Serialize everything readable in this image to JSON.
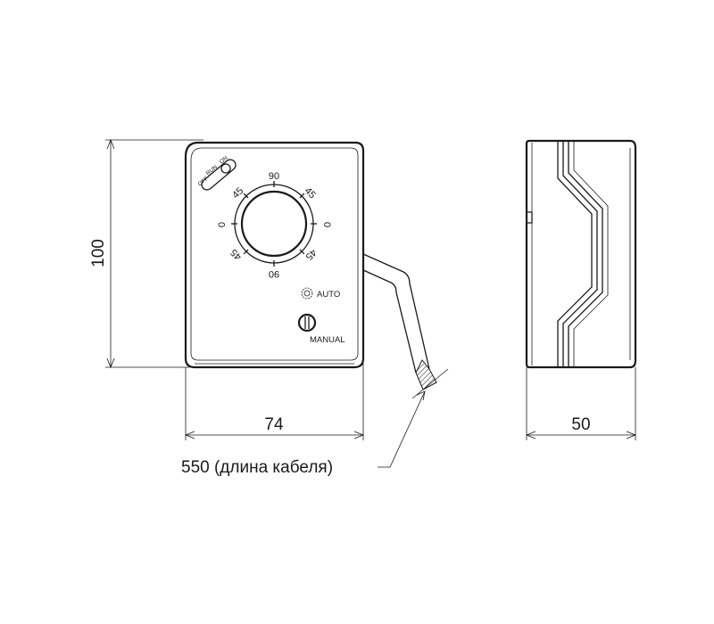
{
  "dimensions": {
    "height_label": "100",
    "width_label": "74",
    "depth_label": "50",
    "cable_label": "550 (длина кабеля)"
  },
  "dial": {
    "top_label": "90",
    "bottom_label": "90",
    "upper_left_label": "45",
    "upper_right_label": "45",
    "lower_left_label": "45",
    "lower_right_label": "45",
    "left_label": "0",
    "right_label": "0"
  },
  "switch": {
    "off_label": "OFF",
    "run_label": "RUN",
    "on_label": "ON"
  },
  "modes": {
    "auto_label": "AUTO",
    "manual_label": "MANUAL"
  }
}
